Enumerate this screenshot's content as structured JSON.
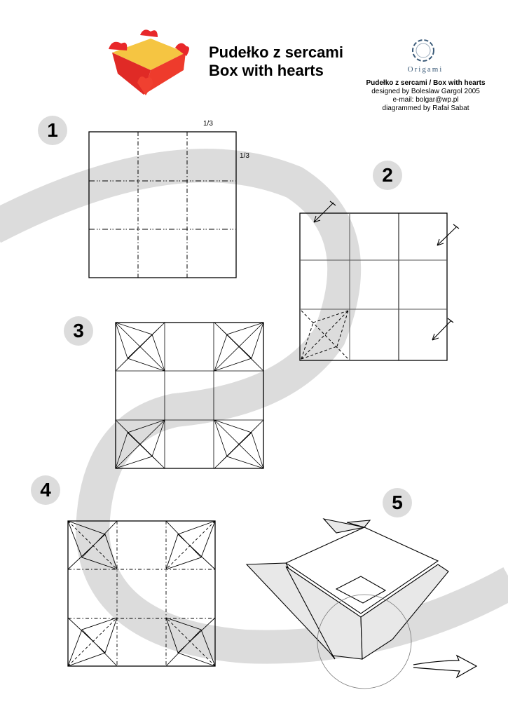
{
  "title": {
    "line1": "Pudełko z sercami",
    "line2": "Box with hearts"
  },
  "logo": {
    "text": "Origami"
  },
  "credits": {
    "line1": "Pudełko z sercami / Box with hearts",
    "line2": "designed by Boleslaw Gargol 2005",
    "line3": "e-mail: bolgar@wp.pl",
    "line4": "diagrammed by Rafał Sabat"
  },
  "steps": [
    {
      "number": "1",
      "labels": [
        "1/3",
        "1/3"
      ]
    },
    {
      "number": "2"
    },
    {
      "number": "3"
    },
    {
      "number": "4"
    },
    {
      "number": "5"
    }
  ],
  "colors": {
    "band": "#dcdcdc",
    "box_red": "#e8282a",
    "box_yellow": "#f5c542"
  }
}
